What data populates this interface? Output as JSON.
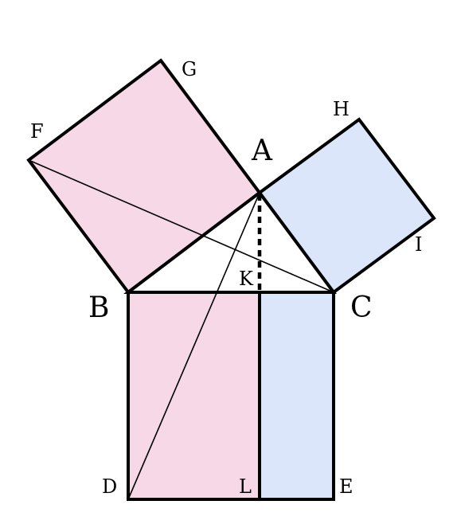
{
  "colors": {
    "pink": "#f7d8e7",
    "blue": "#dce6fb",
    "white": "#ffffff",
    "stroke": "#000000"
  },
  "labels": {
    "A": "A",
    "B": "B",
    "C": "C",
    "D": "D",
    "E": "E",
    "F": "F",
    "G": "G",
    "H": "H",
    "I": "I",
    "K": "K",
    "L": "L"
  }
}
